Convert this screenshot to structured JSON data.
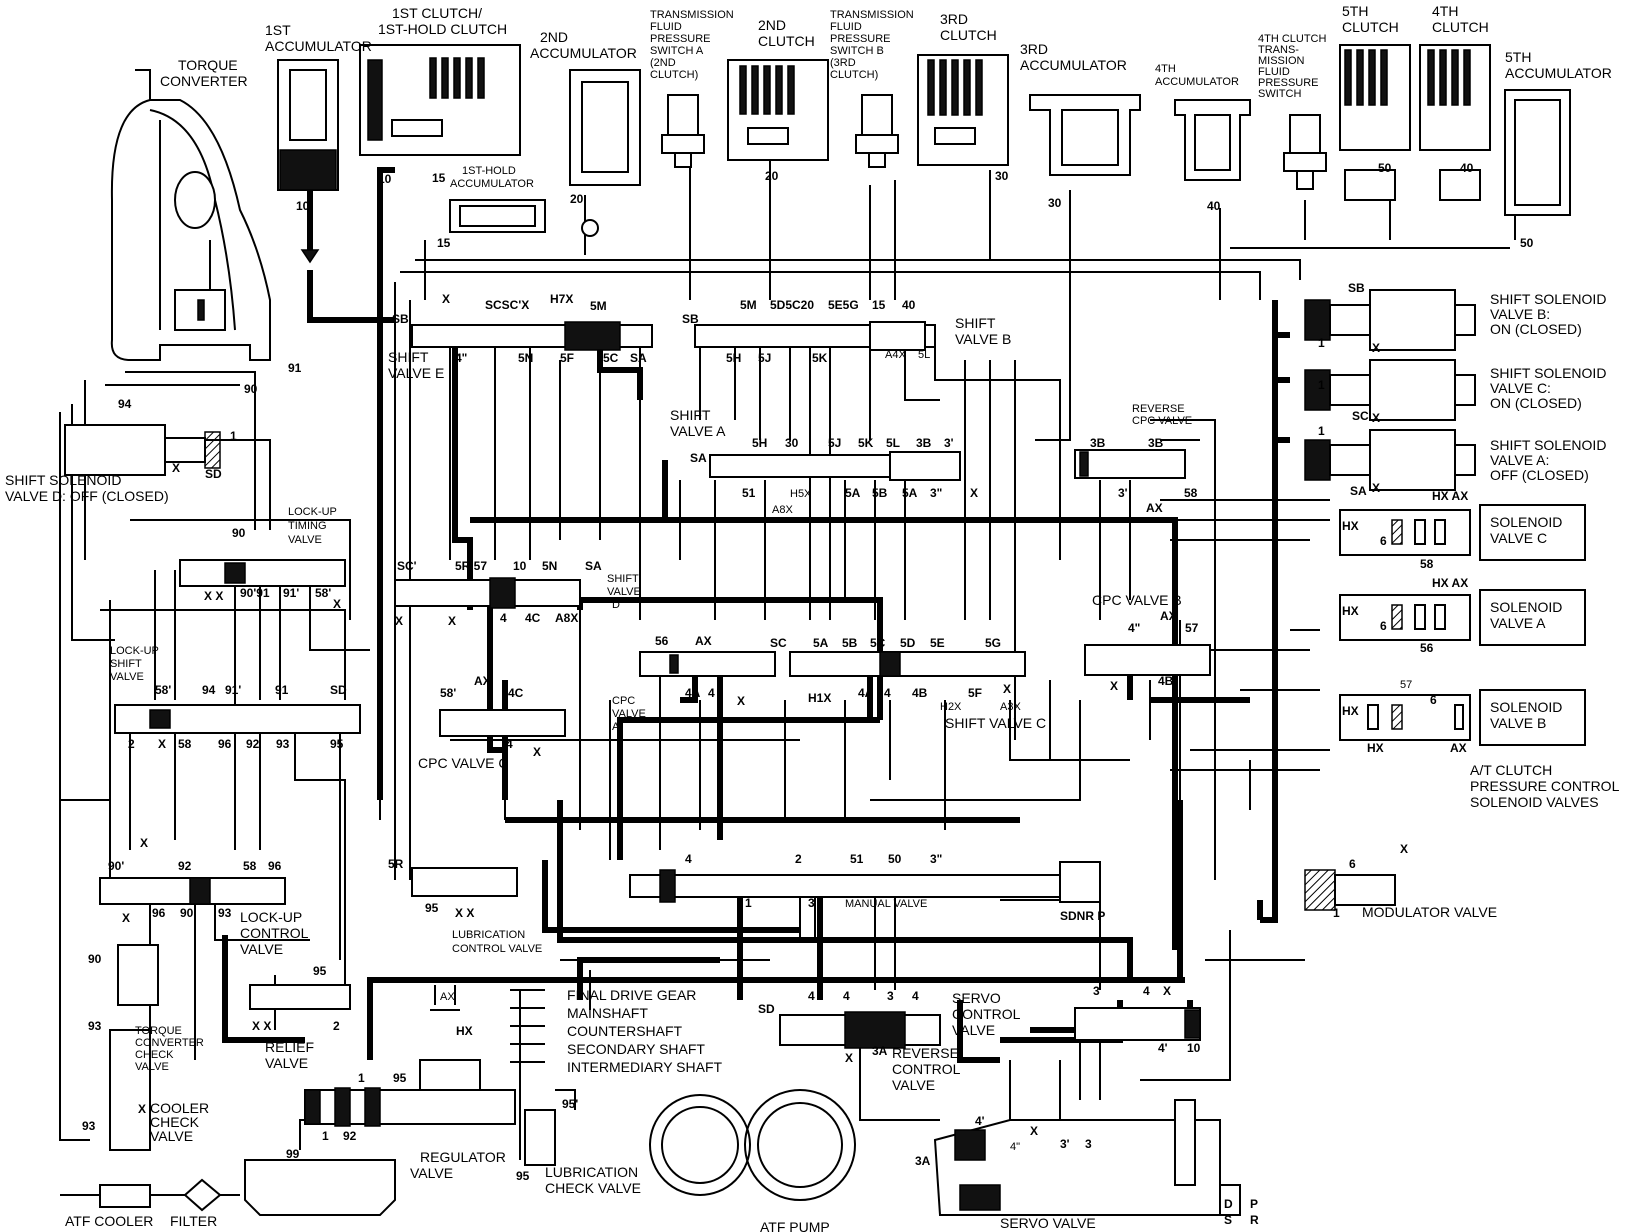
{
  "components": {
    "torque_converter": [
      "TORQUE",
      "CONVERTER"
    ],
    "first_accumulator": [
      "1ST",
      "ACCUMULATOR"
    ],
    "first_clutch": [
      "1ST CLUTCH/",
      "1ST-HOLD CLUTCH"
    ],
    "second_accumulator": [
      "2ND",
      "ACCUMULATOR"
    ],
    "tfp_switch_a": [
      "TRANSMISSION",
      "FLUID",
      "PRESSURE",
      "SWITCH A",
      "(2ND",
      "CLUTCH)"
    ],
    "second_clutch": [
      "2ND",
      "CLUTCH"
    ],
    "tfp_switch_b": [
      "TRANSMISSION",
      "FLUID",
      "PRESSURE",
      "SWITCH B",
      "(3RD",
      "CLUTCH)"
    ],
    "third_clutch": [
      "3RD",
      "CLUTCH"
    ],
    "third_accumulator": [
      "3RD",
      "ACCUMULATOR"
    ],
    "fourth_accumulator": [
      "4TH",
      "ACCUMULATOR"
    ],
    "fourth_clutch_switch": [
      "4TH CLUTCH",
      "TRANS-",
      "MISSION",
      "FLUID",
      "PRESSURE",
      "SWITCH"
    ],
    "fifth_clutch": [
      "5TH",
      "CLUTCH"
    ],
    "fourth_clutch": [
      "4TH",
      "CLUTCH"
    ],
    "fifth_accumulator": [
      "5TH",
      "ACCUMULATOR"
    ],
    "first_hold_accumulator": [
      "1ST-HOLD",
      "ACCUMULATOR"
    ],
    "shift_valve_e": [
      "SHIFT",
      "VALVE E"
    ],
    "shift_valve_b": [
      "SHIFT",
      "VALVE B"
    ],
    "shift_valve_a": [
      "SHIFT",
      "VALVE A"
    ],
    "reverse_cpc_valve": [
      "REVERSE",
      "CPC VALVE"
    ],
    "ss_valve_b": [
      "SHIFT SOLENOID",
      "VALVE B:",
      "ON (CLOSED)"
    ],
    "ss_valve_c": [
      "SHIFT SOLENOID",
      "VALVE C:",
      "ON (CLOSED)"
    ],
    "ss_valve_a": [
      "SHIFT SOLENOID",
      "VALVE A:",
      "OFF (CLOSED)"
    ],
    "ss_valve_d": [
      "SHIFT SOLENOID",
      "VALVE D: OFF (CLOSED)"
    ],
    "solenoid_valve_c": [
      "SOLENOID",
      "VALVE C"
    ],
    "solenoid_valve_a": [
      "SOLENOID",
      "VALVE A"
    ],
    "solenoid_valve_b": [
      "SOLENOID",
      "VALVE B"
    ],
    "at_clutch_pcs": [
      "A/T CLUTCH",
      "PRESSURE CONTROL",
      "SOLENOID VALVES"
    ],
    "lockup_timing_valve": [
      "LOCK-UP",
      "TIMING",
      "VALVE"
    ],
    "shift_valve_d": [
      "SHIFT",
      "VALVE",
      "D"
    ],
    "cpc_valve_b": [
      "CPC VALVE B"
    ],
    "lockup_shift_valve": [
      "LOCK-UP",
      "SHIFT",
      "VALVE"
    ],
    "cpc_valve_a": [
      "CPC",
      "VALVE",
      "A"
    ],
    "cpc_valve_c": [
      "CPC VALVE C"
    ],
    "shift_valve_c": [
      "SHIFT VALVE C"
    ],
    "lockup_control_valve": [
      "LOCK-UP",
      "CONTROL",
      "VALVE"
    ],
    "lubrication_control_valve": [
      "LUBRICATION",
      "CONTROL VALVE"
    ],
    "manual_valve": [
      "MANUAL VALVE"
    ],
    "manual_positions": "SDNR  P",
    "modulator_valve": [
      "MODULATOR VALVE"
    ],
    "relief_valve": [
      "RELIEF",
      "VALVE"
    ],
    "tc_check_valve": [
      "TORQUE",
      "CONVERTER",
      "CHECK",
      "VALVE"
    ],
    "cooler_check_valve": [
      "COOLER",
      "CHECK",
      "VALVE"
    ],
    "regulator_valve": [
      "REGULATOR",
      "VALVE"
    ],
    "servo_control_valve": [
      "SERVO",
      "CONTROL",
      "VALVE"
    ],
    "reverse_control_valve": [
      "REVERSE",
      "CONTROL",
      "VALVE"
    ],
    "lubrication_check_valve": [
      "LUBRICATION",
      "CHECK VALVE"
    ],
    "atf_cooler": [
      "ATF COOLER"
    ],
    "filter": [
      "FILTER"
    ],
    "atf_pump": [
      "ATF PUMP"
    ],
    "servo_valve": [
      "SERVO VALVE"
    ]
  },
  "lubrication_list": [
    "FINAL DRIVE GEAR",
    "MAINSHAFT",
    "COUNTERSHAFT",
    "SECONDARY SHAFT",
    "INTERMEDIARY SHAFT"
  ],
  "servo_positions": [
    "D",
    "S",
    "P",
    "R"
  ],
  "ports": {
    "acc1": "10",
    "clutch1a": "10",
    "clutch1b": "15",
    "hold15": "15",
    "acc2": "20",
    "clutch2": "20",
    "clutch3": "30",
    "acc3": "30",
    "acc4": "40",
    "clutch5": "50",
    "clutch4": "40",
    "acc5": "50",
    "tc91": "91",
    "tc94": "94",
    "tc90": "90",
    "ssd_sd": "SD",
    "ssd_x": "X",
    "ssd_1": "1",
    "sve_sb": "SB",
    "sve_x": "X",
    "sve_scsc": "SCSC'X",
    "sve_h7x": "H7X",
    "sve_5m": "5M",
    "sve_4": "4\"",
    "sve_5n": "5N",
    "sve_5f": "5F",
    "sve_5c": "5C",
    "sve_sa": "SA",
    "svb_sb": "SB",
    "svb_5m": "5M",
    "svb_5d": "5D5C20",
    "svb_5e": "5E5G",
    "svb_15": "15",
    "svb_40": "40",
    "svb_5h": "5H",
    "svb_5j": "5J",
    "svb_5k": "5K",
    "svb_a4x": "A4X",
    "svb_5l": "5L",
    "sva_5h": "5H",
    "sva_30": "30",
    "sva_5j": "5J",
    "sva_5k": "5K",
    "sva_5l": "5L",
    "sva_3b": "3B",
    "sva_3p": "3'",
    "sva_sa": "SA",
    "sva_51": "51",
    "sva_h5x": "H5X",
    "sva_a8x": "A8X",
    "sva_5a": "5A",
    "sva_5b": "5B",
    "sva_5a2": "5A",
    "sva_3pp": "3\"",
    "sva_x": "X",
    "rcpc_3b": "3B",
    "rcpc_3b2": "3B",
    "rcpc_3p": "3'",
    "rcpc_ax": "AX",
    "rcpc_58": "58",
    "ssb_sb": "SB",
    "ssb_1": "1",
    "ssb_x": "X",
    "ssc_1": "1",
    "ssc_sc": "SC",
    "ssc_x": "X",
    "ssa_1": "1",
    "ssa_sa": "SA",
    "ssa_x": "X",
    "slc_hxax": "HX AX",
    "slc_hx": "HX",
    "slc_6": "6",
    "slc_58": "58",
    "sla_hxax": "HX AX",
    "sla_hx": "HX",
    "sla_6": "6",
    "sla_56": "56",
    "slb_57": "57",
    "slb_hx": "HX",
    "slb_6": "6",
    "slb_hx2": "HX",
    "slb_ax": "AX",
    "lut_90": "90",
    "lut_x": "X X",
    "lut_9091": "90'91",
    "lut_91p": "91'",
    "lut_58": "58'",
    "lut_x2": "X",
    "svd_sc": "SC'",
    "svd_5r57": "5R 57",
    "svd_10": "10",
    "svd_5n": "5N",
    "svd_sa": "SA",
    "svd_x": "X",
    "svd_x2": "X",
    "svd_4": "4",
    "svd_4c": "4C",
    "svd_a8x": "A8X",
    "cpcb_4": "4\"",
    "cpcb_ax": "AX",
    "cpcb_57": "57",
    "cpcb_x": "X",
    "cpcb_4b": "4B",
    "lus_58": "58'",
    "lus_94": "94",
    "lus_91": "91'",
    "lus_912": "91",
    "lus_sd": "SD",
    "lus_2": "2",
    "lus_x": "X",
    "lus_58b": "58",
    "lus_96": "96",
    "lus_92": "92",
    "lus_93": "93",
    "lus_95": "95",
    "cpca_56": "56",
    "cpca_ax": "AX",
    "cpca_4a": "4A",
    "cpca_4": "4",
    "cpca_x": "X",
    "svc_sc": "SC",
    "svc_5a": "5A",
    "svc_5b": "5B",
    "svc_5c": "5C",
    "svc_5d": "5D",
    "svc_5e": "5E",
    "svc_5g": "5G",
    "svc_h1x": "H1X",
    "svc_4a": "4A",
    "svc_4": "4",
    "svc_4b": "4B",
    "svc_h2x": "H2X",
    "svc_5f": "5F",
    "svc_a3x": "A3X",
    "svc_x": "X",
    "cpcc_58": "58'",
    "cpcc_ax": "AX",
    "cpcc_4c": "4C",
    "cpcc_4": "4",
    "cpcc_x": "X",
    "luc_x": "X",
    "luc_90": "90'",
    "luc_92": "92",
    "luc_58": "58",
    "luc_96": "96",
    "luc_x2": "X",
    "luc_96b": "96",
    "luc_90b": "90",
    "luc_93": "93",
    "lub_5r": "5R",
    "lub_95": "95",
    "lub_xx": "X  X",
    "mv_4": "4",
    "mv_2": "2",
    "mv_51": "51",
    "mv_50": "50",
    "mv_3": "3\"",
    "mv_1": "1",
    "mv_3b": "3",
    "mod_6": "6",
    "mod_x": "X",
    "mod_1": "1",
    "rel_95": "95",
    "rel_x": "X  X",
    "rel_2": "2",
    "tcc_90": "90",
    "tcc_93": "93",
    "tcc_93b": "93",
    "tcc_x": "X",
    "reg_1": "1",
    "reg_92": "92",
    "reg_95": "95",
    "reg_1b": "1",
    "reg_ax": "AX",
    "reg_hx": "HX",
    "scv_sd": "SD",
    "scv_4": "4",
    "scv_4b": "4",
    "scv_3": "3",
    "scv_4c": "4",
    "scv_x": "X",
    "scv_3a": "3A",
    "rcv_3": "3",
    "rcv_4": "4",
    "rcv_x": "X",
    "rcv_4p": "4'",
    "rcv_10": "10",
    "lcv_95": "95'",
    "lcv_95b": "95",
    "srv_4p": "4'",
    "srv_x": "X",
    "srv_4pp": "4\"",
    "srv_3p": "3'",
    "srv_3": "3",
    "srv_3a": "3A",
    "res_99": "99"
  }
}
